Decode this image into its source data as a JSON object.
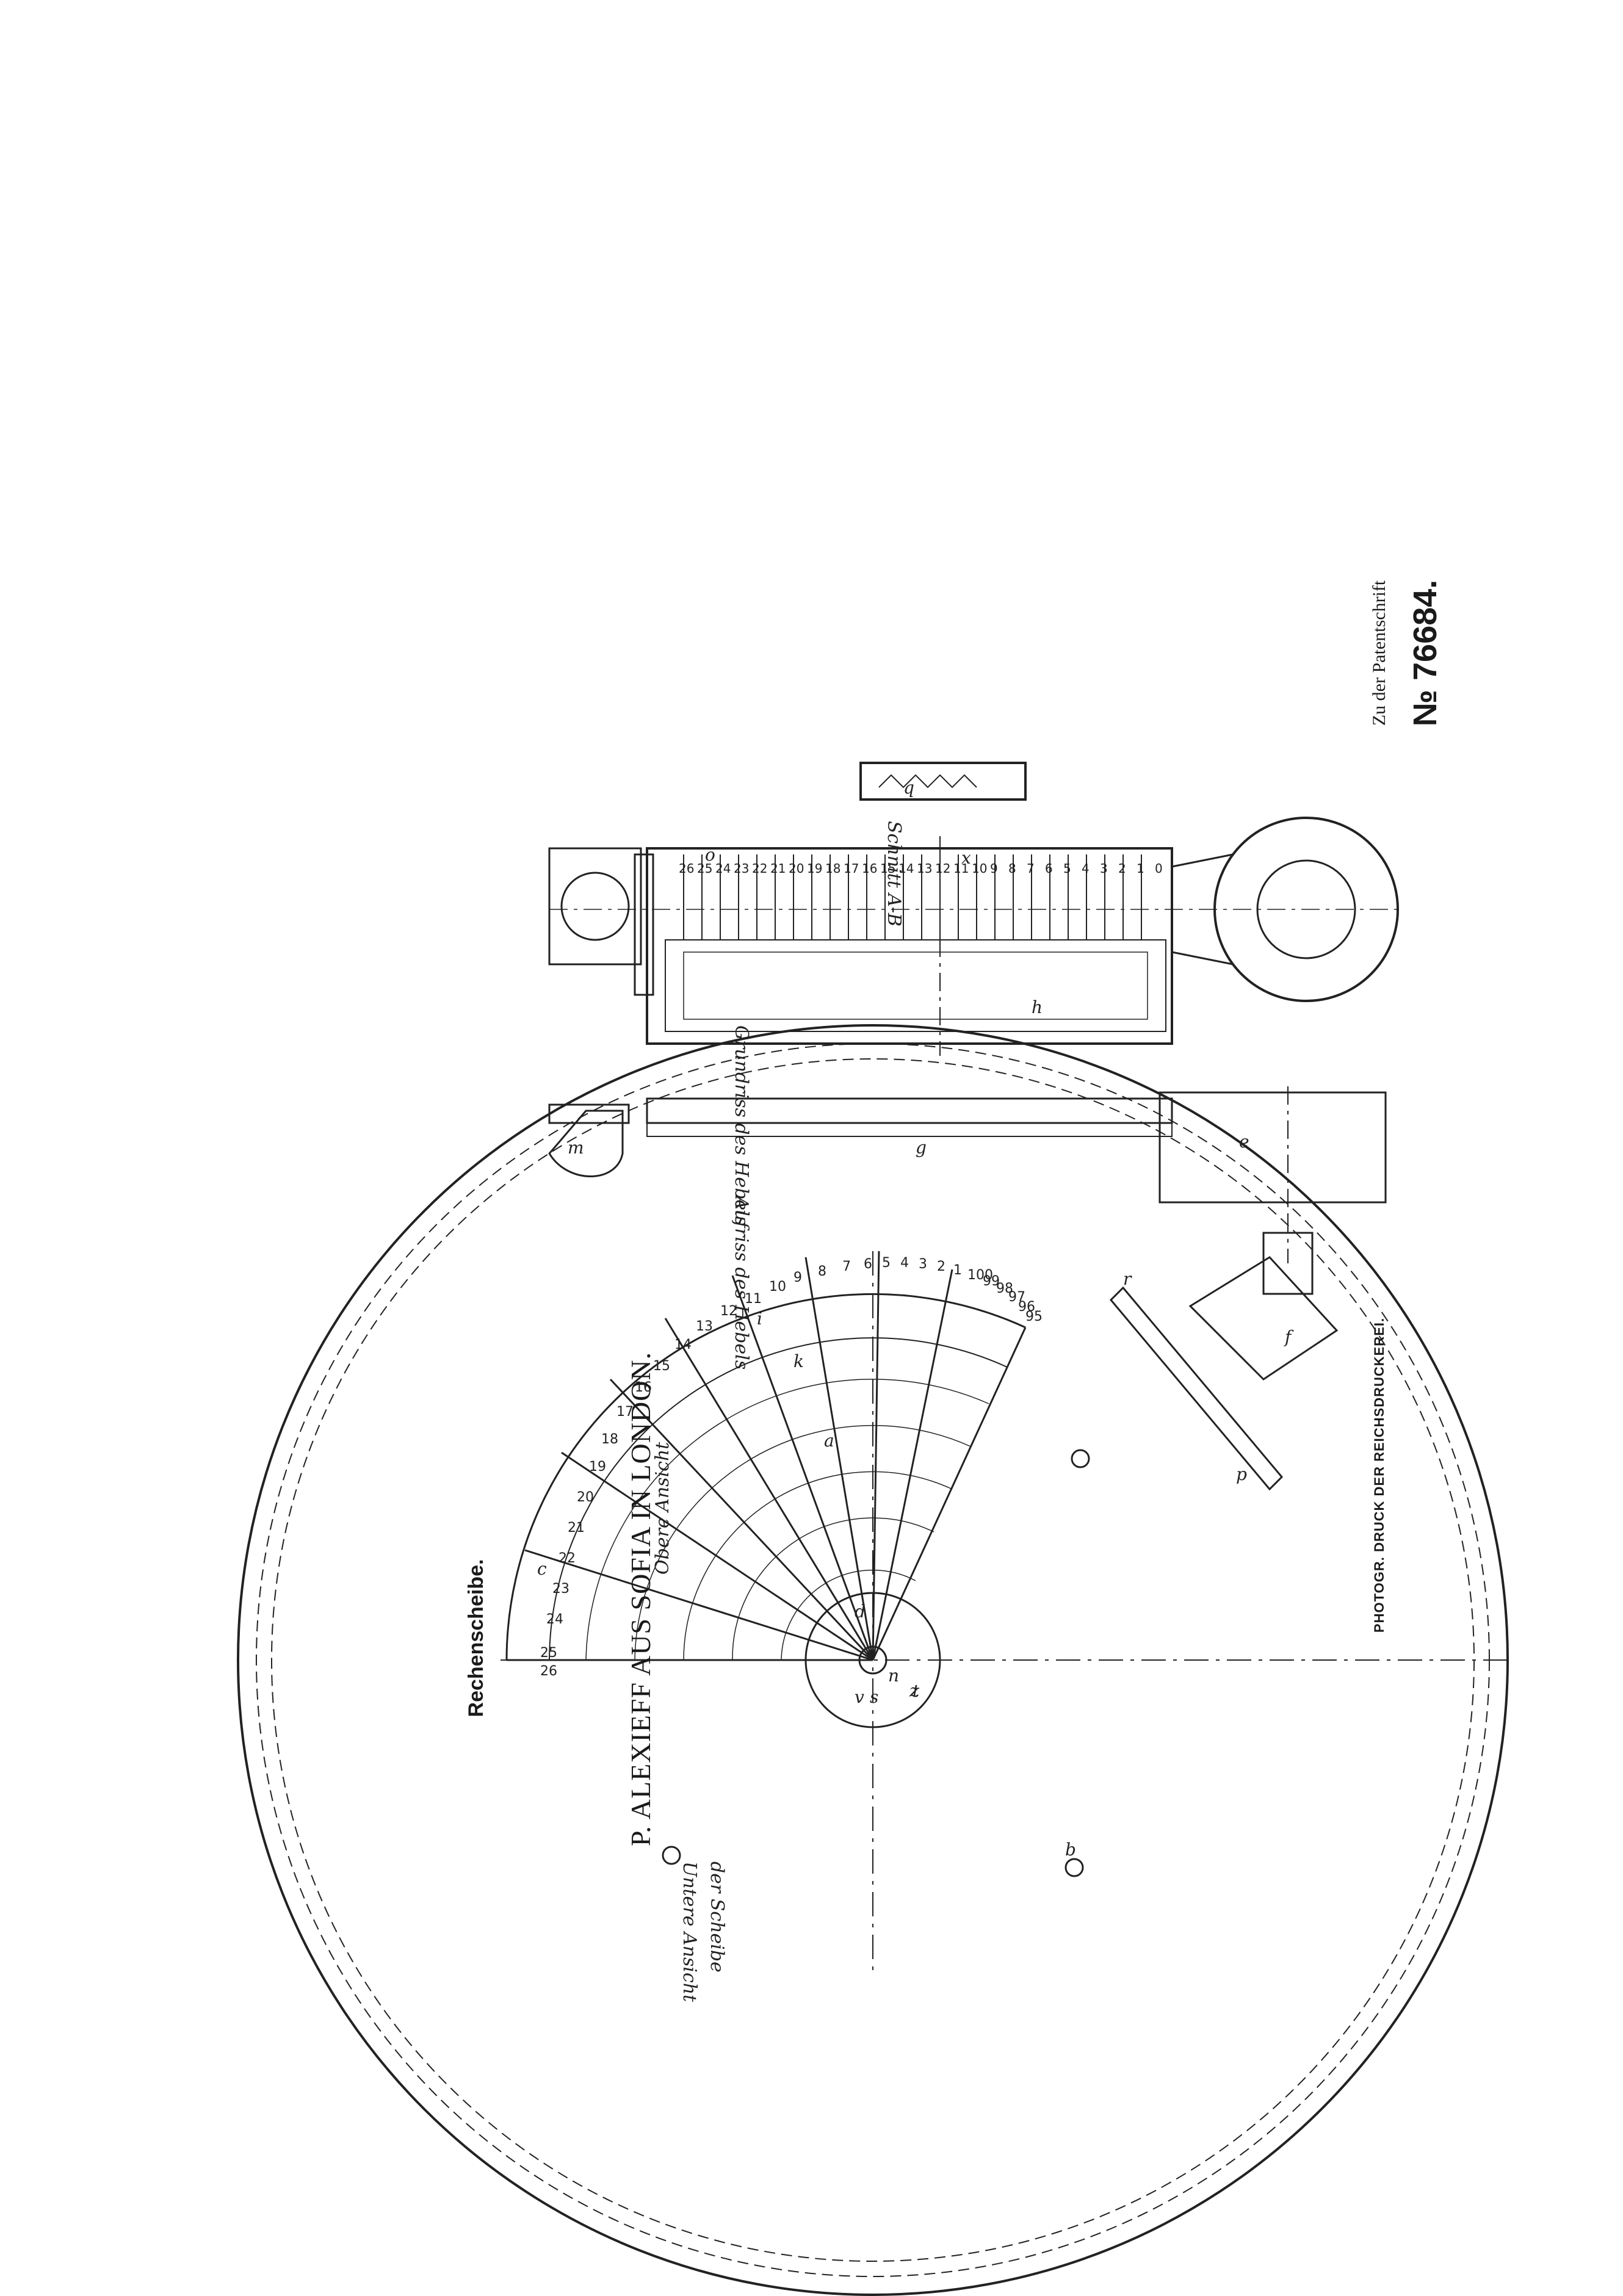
{
  "document": {
    "header": {
      "author_line": "P. ALEXIEFF AUS SOFIA IN LONDON.",
      "subtitle": "Rechenscheibe."
    },
    "patent": {
      "label": "Zu der Patentschrift",
      "number": "№ 76684."
    },
    "footer": {
      "printer": "PHOTOGR. DRUCK DER REICHSDRUCKEREI."
    }
  },
  "drawing": {
    "figure_captions": {
      "upper_view": "Obere Ansicht",
      "lower_view_1": "Untere Ansicht",
      "lower_view_2": "der Scheibe",
      "plan": "Grundriss des Hebels",
      "elevation": "Aufriss des Hebels",
      "section": "Schnitt A-B"
    },
    "disc_scale_numbers": [
      "25",
      "26",
      "24",
      "23",
      "22",
      "21",
      "20",
      "19",
      "18",
      "17",
      "16",
      "15",
      "14",
      "13",
      "12",
      "11",
      "10",
      "9",
      "8",
      "7",
      "6",
      "5",
      "4",
      "3",
      "2",
      "1",
      "100",
      "99",
      "98",
      "97",
      "96",
      "95"
    ],
    "lever_scale_numbers": [
      "26",
      "25",
      "24",
      "23",
      "22",
      "21",
      "20",
      "19",
      "18",
      "17",
      "16",
      "15",
      "14",
      "13",
      "12",
      "11",
      "10",
      "9",
      "8",
      "7",
      "6",
      "5",
      "4",
      "3",
      "2",
      "1",
      "0"
    ],
    "part_letters": [
      "a",
      "b",
      "c",
      "d",
      "e",
      "f",
      "g",
      "h",
      "i",
      "k",
      "m",
      "n",
      "o",
      "p",
      "q",
      "r",
      "s",
      "t",
      "v",
      "x",
      "z"
    ]
  }
}
